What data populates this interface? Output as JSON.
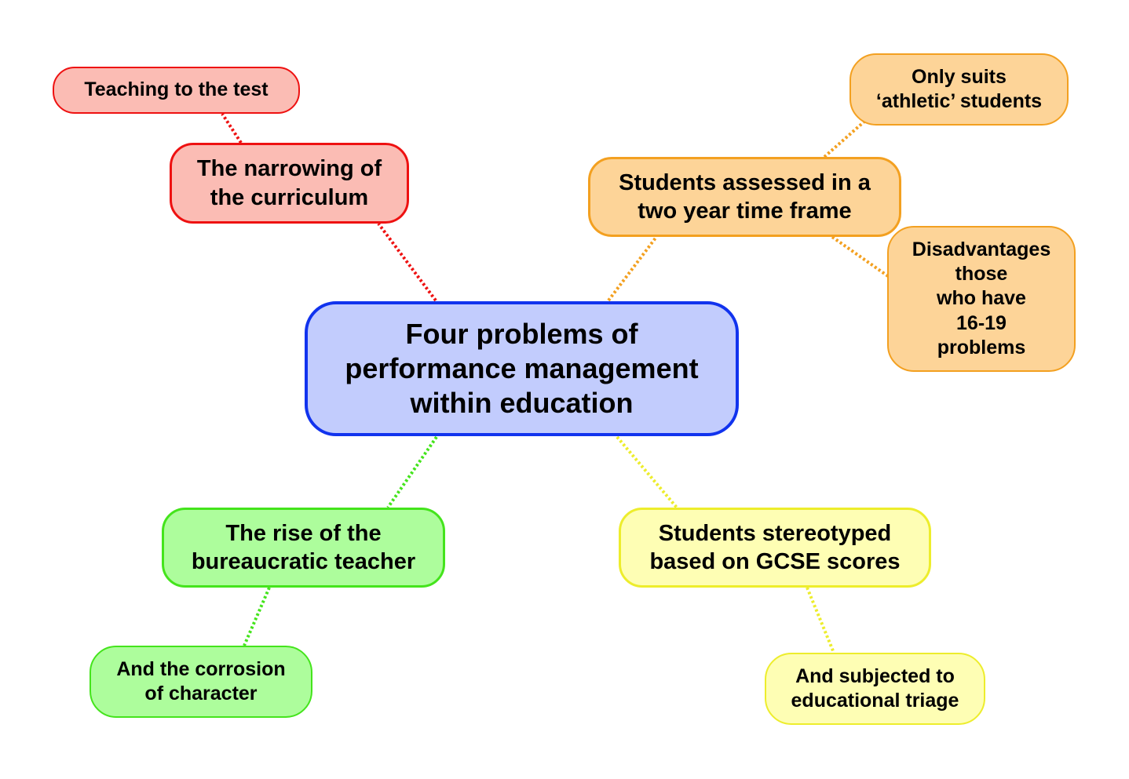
{
  "center": {
    "text": "Four problems of\nperformance management\nwithin education",
    "color": "#1133ee"
  },
  "problems": [
    {
      "id": "narrowing",
      "text": "The narrowing of\nthe curriculum",
      "color": "#ee1111",
      "details": [
        {
          "text": "Teaching to the test"
        }
      ]
    },
    {
      "id": "assessed",
      "text": "Students assessed in a\ntwo year time frame",
      "color": "#f3a020",
      "details": [
        {
          "text": "Only suits\n‘athletic’ students"
        },
        {
          "text": "Disadvantages\nthose\nwho have\n16-19\nproblems"
        }
      ]
    },
    {
      "id": "bureaucratic",
      "text": "The rise of the\nbureaucratic teacher",
      "color": "#44e41c",
      "details": [
        {
          "text": "And the corrosion\nof character"
        }
      ]
    },
    {
      "id": "stereotyped",
      "text": "Students stereotyped\nbased on GCSE scores",
      "color": "#eded2c",
      "details": [
        {
          "text": "And subjected to\neducational triage"
        }
      ]
    }
  ]
}
